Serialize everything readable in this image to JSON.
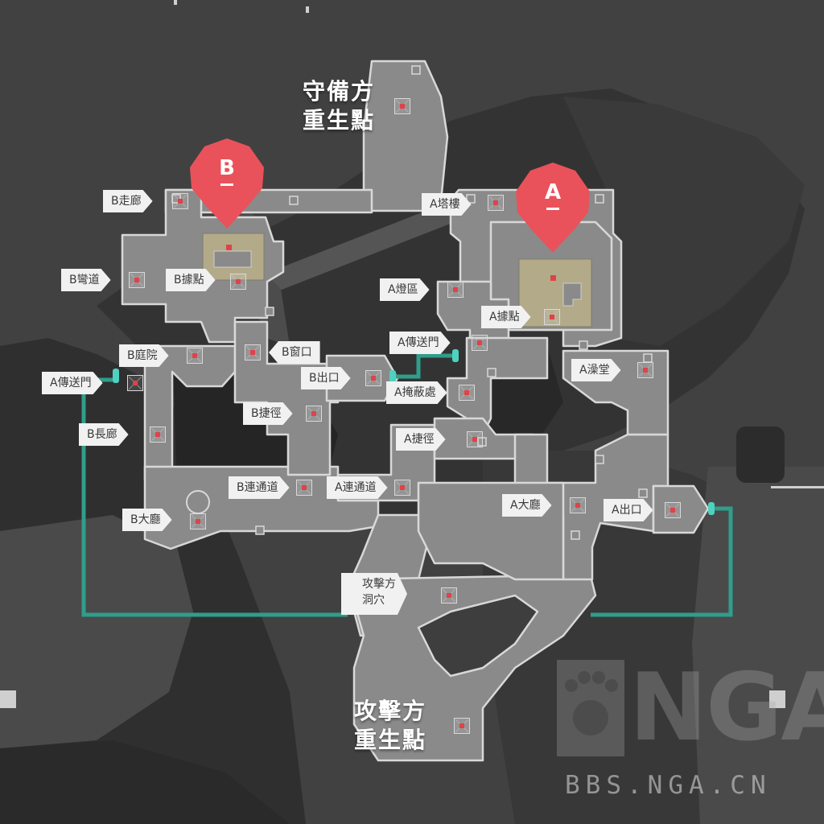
{
  "spawns": {
    "defender": {
      "line1": "守備方",
      "line2": "重生點"
    },
    "attacker": {
      "line1": "攻擊方",
      "line2": "重生點"
    }
  },
  "sites": {
    "b": {
      "letter": "B",
      "color": "#e9525a"
    },
    "a": {
      "letter": "A",
      "color": "#e9525a"
    }
  },
  "callouts": {
    "b_hall": "B走廊",
    "b_bend": "B彎道",
    "b_site": "B據點",
    "b_courtyard": "B庭院",
    "a_teleporter_left": "A傳送門",
    "b_window": "B窗口",
    "b_exit": "B出口",
    "b_shortcut": "B捷徑",
    "b_long": "B長廊",
    "b_link": "B連通道",
    "b_lobby": "B大廳",
    "a_tower": "A塔樓",
    "a_lamps": "A燈區",
    "a_site": "A據點",
    "a_teleporter": "A傳送門",
    "a_cover": "A掩蔽處",
    "a_shortcut": "A捷徑",
    "a_link": "A連通道",
    "a_lobby": "A大廳",
    "a_bath": "A澡堂",
    "a_exit": "A出口",
    "attacker_cave_1": "攻擊方",
    "attacker_cave_2": "洞穴"
  },
  "watermark": {
    "logo": "NGA",
    "url": "BBS.NGA.CN"
  },
  "colors": {
    "floor": "#8a8a8a",
    "outline": "#d8d8d8",
    "site_zone": "#b3aa8a",
    "teleporter": "#2f9e8a",
    "marker_dot": "#e0424a"
  }
}
